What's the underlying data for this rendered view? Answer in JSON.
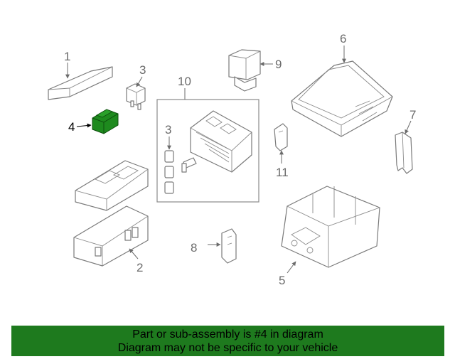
{
  "callouts": {
    "c1": "1",
    "c2": "2",
    "c3a": "3",
    "c3b": "3",
    "c4": "4",
    "c5": "5",
    "c6": "6",
    "c7": "7",
    "c8": "8",
    "c9": "9",
    "c10": "10",
    "c11": "11"
  },
  "highlight_color": "#1e7a1e",
  "banner": {
    "line1": "Part or sub-assembly is #4 in diagram",
    "line2": "Diagram may not be specific to your vehicle"
  }
}
